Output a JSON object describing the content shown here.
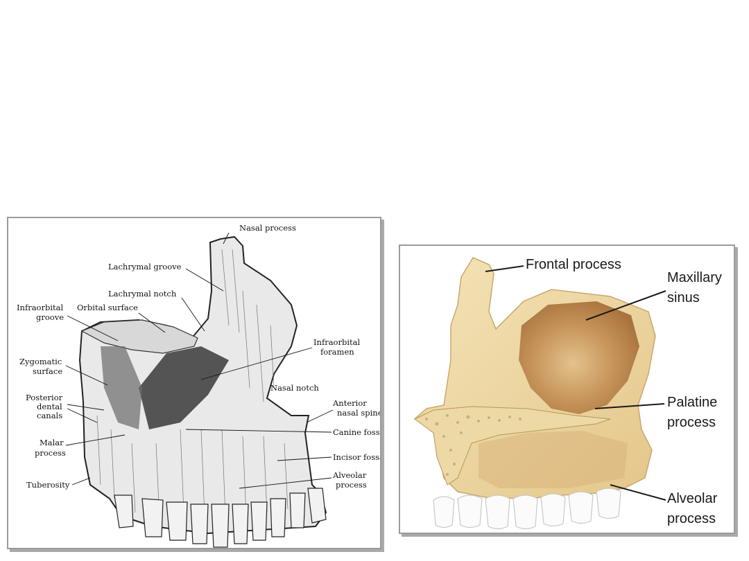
{
  "left_figure": {
    "labels": {
      "nasal_process": "Nasal process",
      "lachrymal_groove": "Lachrymal groove",
      "lachrymal_notch": "Lachrymal notch",
      "orbital_surface": "Orbital surface",
      "infraorbital_groove_1": "Infraorbital",
      "infraorbital_groove_2": "groove",
      "infraorbital_foramen_1": "Infraorbital",
      "infraorbital_foramen_2": "foramen",
      "zygomatic_surface_1": "Zygomatic",
      "zygomatic_surface_2": "surface",
      "nasal_notch": "Nasal notch",
      "posterior_dental_1": "Posterior",
      "posterior_dental_2": "dental",
      "posterior_dental_3": "canals",
      "anterior_nasal_spine_1": "Anterior",
      "anterior_nasal_spine_2": "nasal spine",
      "canine_fossa": "Canine fossa",
      "malar_process_1": "Malar",
      "malar_process_2": "process",
      "incisor_fossa": "Incisor fossa",
      "tuberosity": "Tuberosity",
      "alveolar_process_1": "Alveolar",
      "alveolar_process_2": "process"
    }
  },
  "right_figure": {
    "labels": {
      "frontal_process": "Frontal process",
      "maxillary_sinus_1": "Maxillary",
      "maxillary_sinus_2": "sinus",
      "palatine_process_1": "Palatine",
      "palatine_process_2": "process",
      "alveolar_process_1": "Alveolar",
      "alveolar_process_2": "process"
    }
  },
  "colors": {
    "bone_light": "#f1dfae",
    "bone_mid": "#e6c98a",
    "sinus": "#c89a62",
    "ink": "#1a1a1a",
    "frame": "#9a9a9a"
  }
}
